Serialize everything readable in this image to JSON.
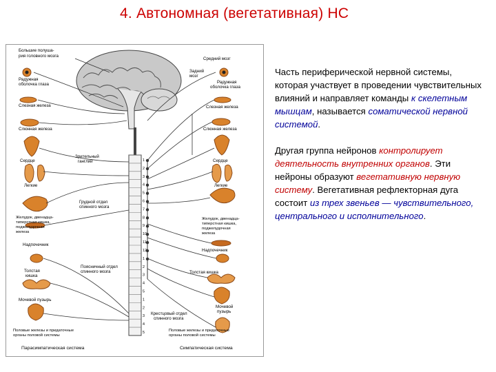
{
  "slide": {
    "title": "4. Автономная (вегетативная) НС"
  },
  "text": {
    "p1_a": "Часть периферической нервной системы, которая участвует в проведении чувствительных влияний и направляет команды ",
    "p1_b": "к скелетным мышцам",
    "p1_c": ", называется ",
    "p1_d": "соматической нервной системой",
    "p1_e": ".",
    "p2_a": "Другая группа нейронов ",
    "p2_b": "контролирует деятельность внутренних органов",
    "p2_c": ". Эти нейроны образуют ",
    "p2_d": "вегетативную нервную систему",
    "p2_e": ". Вегетативная рефлекторная дуга состоит ",
    "p2_f": "из трех звеньев — чувствительного, центрального и исполнительного",
    "p2_g": "."
  },
  "figure": {
    "left_labels": {
      "brain_hemispheres_1": "Большие полуша-",
      "brain_hemispheres_2": "рия головного мозга",
      "iris_1": "Радужная",
      "iris_2": "оболочка глаза",
      "tear_gland": "Слезная железа",
      "salivary_gland": "Слюнная железа",
      "heart": "Сердце",
      "ciliary_ganglion_1": "Зрительный",
      "ciliary_ganglion_2": "ганглий",
      "lungs": "Легкие",
      "thoracic_1": "Грудной отдел",
      "thoracic_2": "спинного мозга",
      "stomach_1": "Желудок, двенадца-",
      "stomach_2": "типерстная кишка,",
      "stomach_3": "поджелудочная",
      "stomach_4": "железа",
      "adrenal": "Надпочечник",
      "colon_1": "Толстая",
      "colon_2": "кишка",
      "lumbar_1": "Поясничный отдел",
      "lumbar_2": "спинного мозга",
      "bladder": "Мочевой пузырь",
      "genital_1": "Половые железы и придаточные",
      "genital_2": "органы половой системы"
    },
    "right_labels": {
      "midbrain": "Средний мозг",
      "hindbrain_1": "Задний",
      "hindbrain_2": "мозг",
      "iris_1": "Радужная",
      "iris_2": "оболочка глаза",
      "tear_gland": "Слезная железа",
      "salivary_gland": "Слюнная железа",
      "heart": "Сердце",
      "lungs": "Легкие",
      "stomach_1": "Желудок, двенадца-",
      "stomach_2": "типерстная кишка,",
      "stomach_3": "поджелудочная",
      "stomach_4": "железа",
      "adrenal": "Надпочечник",
      "colon": "Толстая кишка",
      "bladder_1": "Мочевой",
      "bladder_2": "пузырь",
      "sacral_1": "Крестцовый отдел",
      "sacral_2": "спинного мозга",
      "genital_1": "Половые железы и придаточные",
      "genital_2": "органы половой системы"
    },
    "parasympathetic": "Парасимпатическая система",
    "sympathetic": "Симпатическая система",
    "segments": [
      "1",
      "2",
      "3",
      "4",
      "5",
      "6",
      "7",
      "8",
      "9",
      "10",
      "11",
      "12",
      "1",
      "2",
      "3",
      "4",
      "5",
      "1",
      "2",
      "3",
      "4",
      "5"
    ],
    "colors": {
      "organ_orange": "#d9822b",
      "organ_dark": "#8a4a1a",
      "brain": "#bdbdbd",
      "nerve": "#333333",
      "title_red": "#cc0000",
      "em_blue": "#000099",
      "em_red": "#c00000"
    }
  }
}
